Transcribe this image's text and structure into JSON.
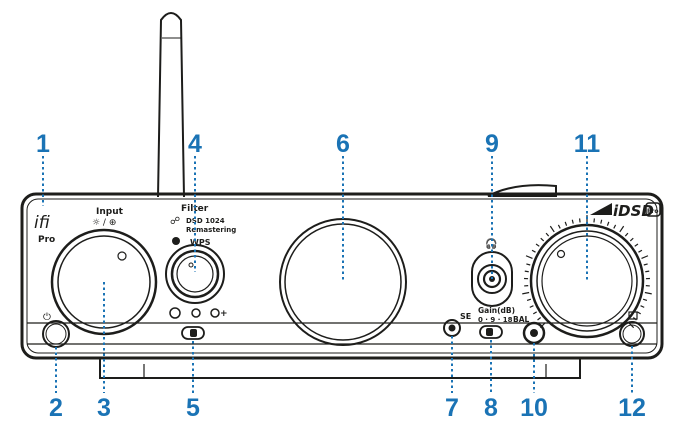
{
  "callouts": [
    "1",
    "2",
    "3",
    "4",
    "5",
    "6",
    "7",
    "8",
    "9",
    "10",
    "11",
    "12"
  ],
  "labels": {
    "brand_ifi": "ifi",
    "brand_pro": "Pro",
    "input": "Input",
    "filter": "Filter",
    "dsd1024": "DSD 1024",
    "remastering": "Remastering",
    "wps": "WPS",
    "gain": "Gain(dB)",
    "gain_values": "0 · 9 · 18",
    "se": "SE",
    "bal": "BAL",
    "idsd": "iDSD",
    "idsd_badge": "Pro"
  }
}
